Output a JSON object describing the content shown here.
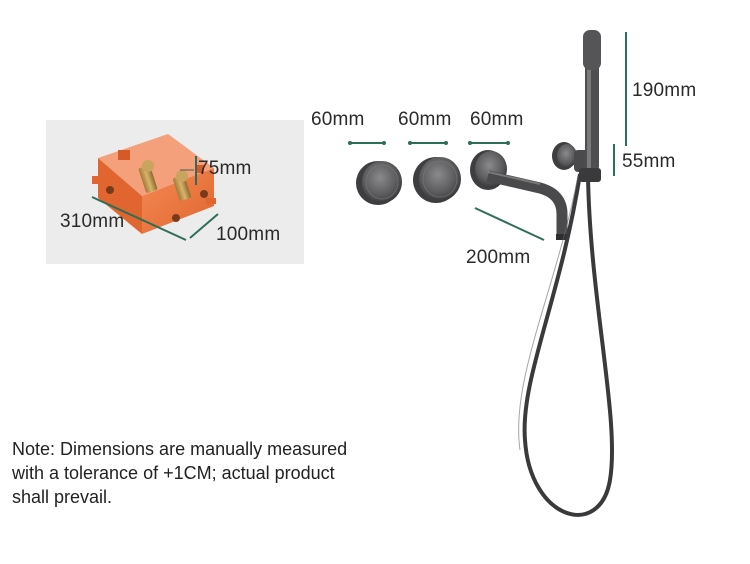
{
  "colors": {
    "dimension_line": "#2e6e58",
    "finish": "#4a4a4c",
    "box": "#f07a45",
    "panel_bg": "#ececec"
  },
  "dimensions": {
    "box_height": "75mm",
    "box_length": "310mm",
    "box_depth": "100mm",
    "knob_1_width": "60mm",
    "knob_2_width": "60mm",
    "spout_plate_width": "60mm",
    "spout_length": "200mm",
    "handshower_length": "190mm",
    "holder_height": "55mm"
  },
  "note": {
    "line1": "Note: Dimensions are manually measured",
    "line2": "with a tolerance of +1CM; actual product",
    "line3": "shall prevail."
  },
  "icons": [
    "valve-box-image",
    "knob-icon",
    "spout-icon",
    "handshower-icon"
  ]
}
